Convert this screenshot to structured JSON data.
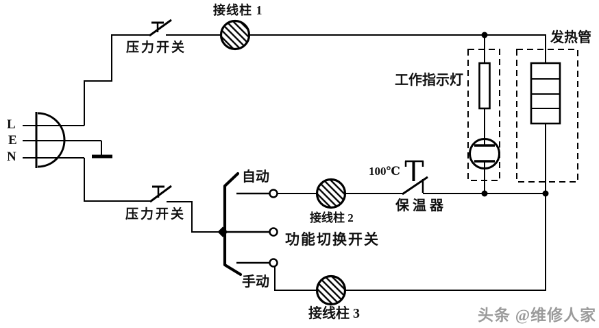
{
  "diagram": {
    "background_color": "#ffffff",
    "line_color": "#000000",
    "watermark_color": "#9b9b9b",
    "labels": {
      "plug_l": "L",
      "plug_e": "E",
      "plug_n": "N",
      "pressure_switch_top": "压力开关",
      "pressure_switch_bottom": "压力开关",
      "terminal_1": "接线柱 1",
      "terminal_2": "接线柱 2",
      "terminal_3": "接线柱 3",
      "indicator_lamp": "工作指示灯",
      "heating_tube": "发热管",
      "auto": "自动",
      "manual": "手动",
      "function_switch": "功能切换开关",
      "temperature": "100℃",
      "thermostat": "保温器",
      "watermark": "头条 @维修人家"
    }
  }
}
